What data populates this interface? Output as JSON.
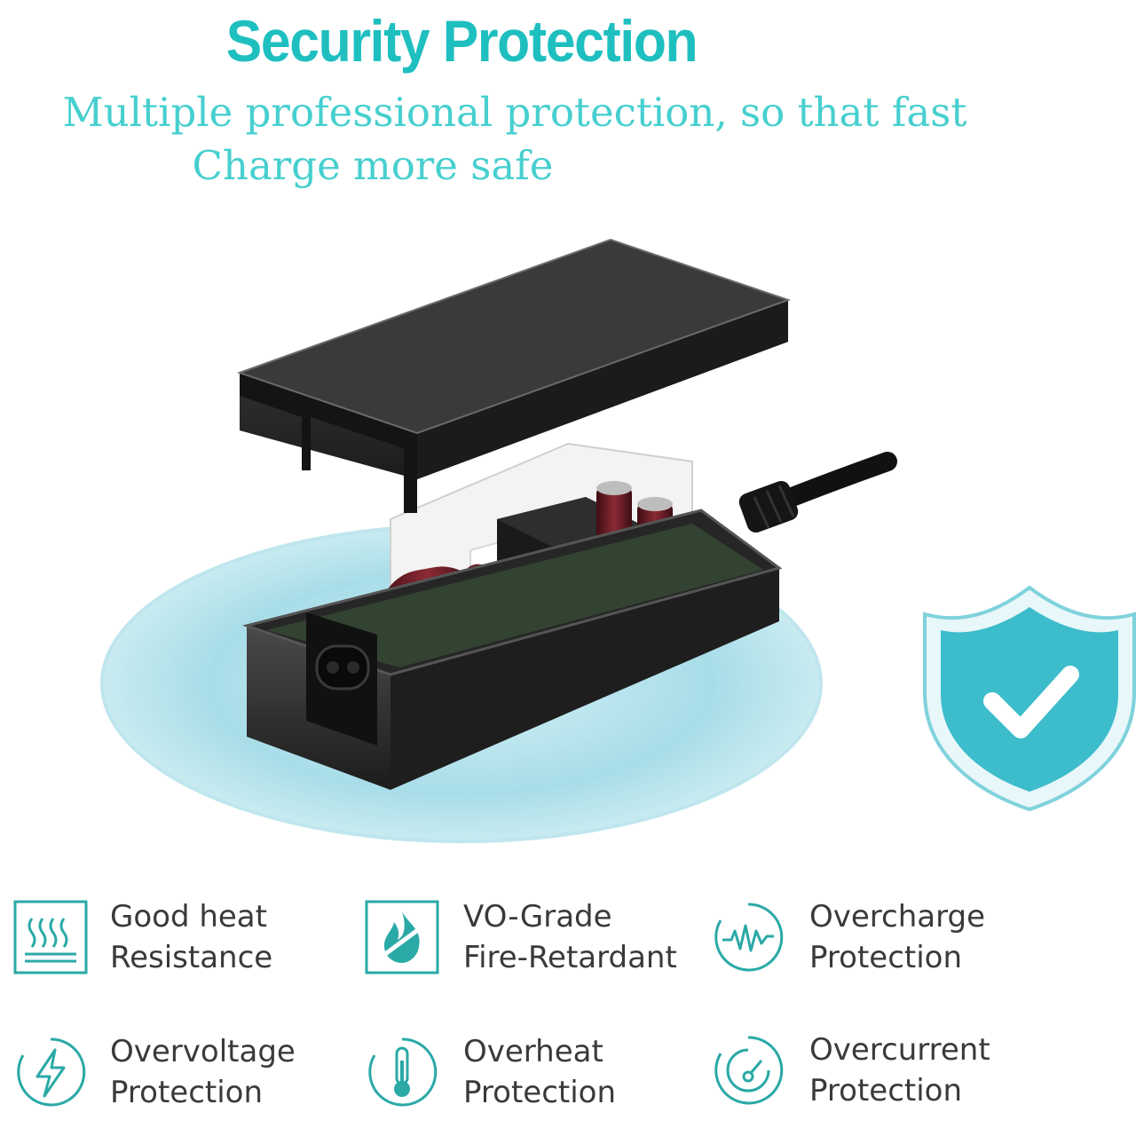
{
  "colors": {
    "accent": "#1fbfc0",
    "accent_light": "#47cfcf",
    "icon": "#2aa9a7",
    "shield": "#3dbccb"
  },
  "header": {
    "title": "Security Protection",
    "subtitle_line1": "Multiple professional protection, so that fast",
    "subtitle_line2": "Charge more safe"
  },
  "features": [
    {
      "icon": "heat-resistance-icon",
      "line1": "Good heat",
      "line2": "Resistance"
    },
    {
      "icon": "flame-retardant-icon",
      "line1": "VO-Grade",
      "line2": "Fire-Retardant"
    },
    {
      "icon": "overcharge-wave-icon",
      "line1": "Overcharge",
      "line2": "Protection"
    },
    {
      "icon": "lightning-bolt-icon",
      "line1": "Overvoltage",
      "line2": "Protection"
    },
    {
      "icon": "thermometer-icon",
      "line1": "Overheat",
      "line2": "Protection"
    },
    {
      "icon": "gauge-meter-icon",
      "line1": "Overcurrent",
      "line2": "Protection"
    }
  ]
}
